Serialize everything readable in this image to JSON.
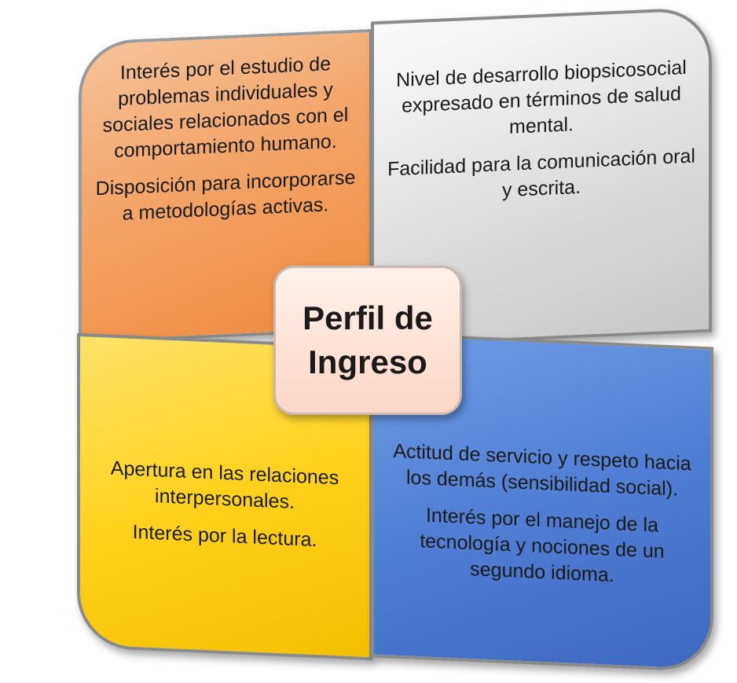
{
  "center": {
    "line1": "Perfil de",
    "line2": "Ingreso"
  },
  "quadrants": {
    "top_left": {
      "color": "#f3a468",
      "paragraphs": [
        "Interés por el estudio de problemas individuales y sociales relacionados con el comportamiento humano.",
        "Disposición para incorporarse a metodologías activas."
      ]
    },
    "top_right": {
      "color": "#d9d9d9",
      "paragraphs": [
        "Nivel de desarrollo biopsicosocial expresado en términos de salud mental.",
        "Facilidad para la comunicación oral y escrita."
      ]
    },
    "bottom_left": {
      "color": "#ffd11c",
      "paragraphs": [
        "Apertura en las relaciones interpersonales.",
        "Interés por la lectura."
      ]
    },
    "bottom_right": {
      "color": "#4f7fd4",
      "paragraphs": [
        "Actitud de servicio y respeto hacia los demás (sensibilidad social).",
        "Interés por el manejo de la tecnología y nociones de un segundo idioma."
      ]
    }
  }
}
